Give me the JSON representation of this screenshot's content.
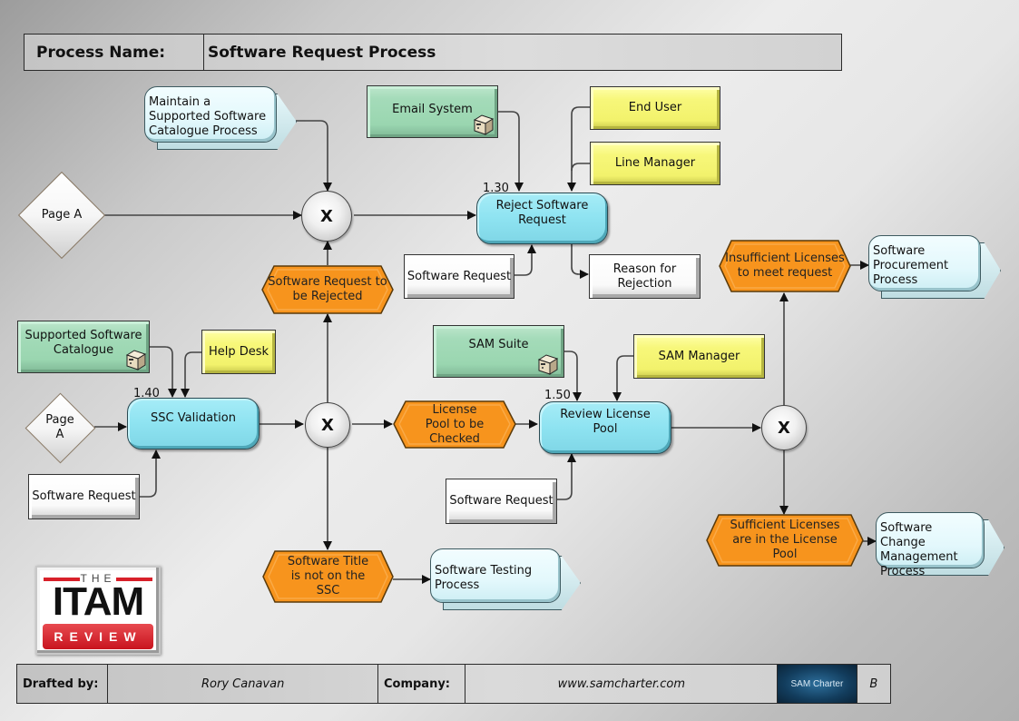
{
  "header": {
    "label": "Process Name:",
    "value": "Software Request Process"
  },
  "footer": {
    "drafted_label": "Drafted by:",
    "drafted_value": "Rory Canavan",
    "company_label": "Company:",
    "company_value": "www.samcharter.com",
    "logo_text": "SAM Charter",
    "revision": "B"
  },
  "logo": {
    "the": "THE",
    "itam": "ITAM",
    "review": "REVIEW"
  },
  "nodes": {
    "maintain_ssc_process": "Maintain a Supported Software Catalogue Process",
    "page_a_top": "Page A",
    "gateway_top": "X",
    "email_system": "Email System",
    "end_user": "End User",
    "line_manager": "Line Manager",
    "task_130_num": "1.30",
    "task_130": "Reject Software Request",
    "software_request_1": "Software Request",
    "reason_for_rejection": "Reason for Rejection",
    "event_rejected": "Software Request to be Rejected",
    "event_insufficient": "Insufficient Licenses to meet request",
    "procurement_process": "Software Procurement Process",
    "supported_catalogue": "Supported Software Catalogue",
    "help_desk": "Help Desk",
    "task_140_num": "1.40",
    "task_140": "SSC Validation",
    "page_a_bottom": "Page A",
    "software_request_2": "Software Request",
    "gateway_mid": "X",
    "event_license_pool": "License Pool to be Checked",
    "sam_suite": "SAM Suite",
    "sam_manager": "SAM Manager",
    "task_150_num": "1.50",
    "task_150": "Review License Pool",
    "software_request_3": "Software Request",
    "gateway_right": "X",
    "event_sufficient": "Sufficient Licenses are in the License Pool",
    "change_mgmt_process": "Software Change Management Process",
    "event_not_on_ssc": "Software Title is not on the SSC",
    "testing_process": "Software Testing Process"
  },
  "colors": {
    "task": "#8ee3f1",
    "event": "#f7941d",
    "system": "#a4dbb9",
    "role": "#f2f26c",
    "data": "#ffffff",
    "process_link": "#e3f8fc"
  }
}
